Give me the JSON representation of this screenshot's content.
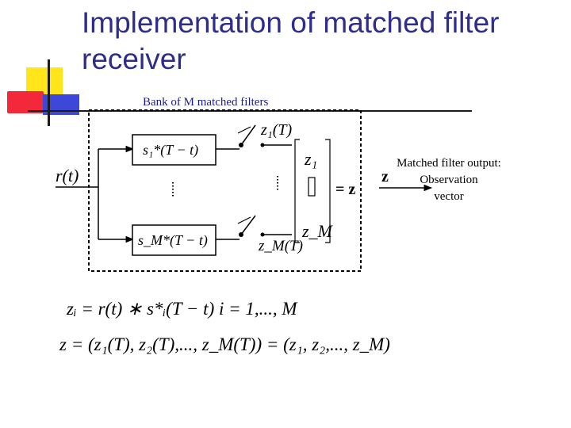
{
  "slide": {
    "title": "Implementation of matched filter receiver"
  },
  "diagram": {
    "bank_label": "Bank of M matched filters",
    "input_signal": "r(t)",
    "filter_1": "s₁*(T − t)",
    "filter_M": "s_M*(T − t)",
    "sample_1": "z₁(T)",
    "sample_M": "z_M(T)",
    "vector_top": "z₁",
    "vector_bottom": "z_M",
    "vector_eq": "= z",
    "output_symbol": "z",
    "output_label": [
      "Matched filter output:",
      "Observation",
      "vector"
    ]
  },
  "equations": {
    "eq1": "zᵢ = r(t) ∗ s*ᵢ(T − t)   i = 1,..., M",
    "eq2": "z = (z₁(T), z₂(T),..., z_M(T)) = (z₁, z₂,..., z_M)"
  }
}
